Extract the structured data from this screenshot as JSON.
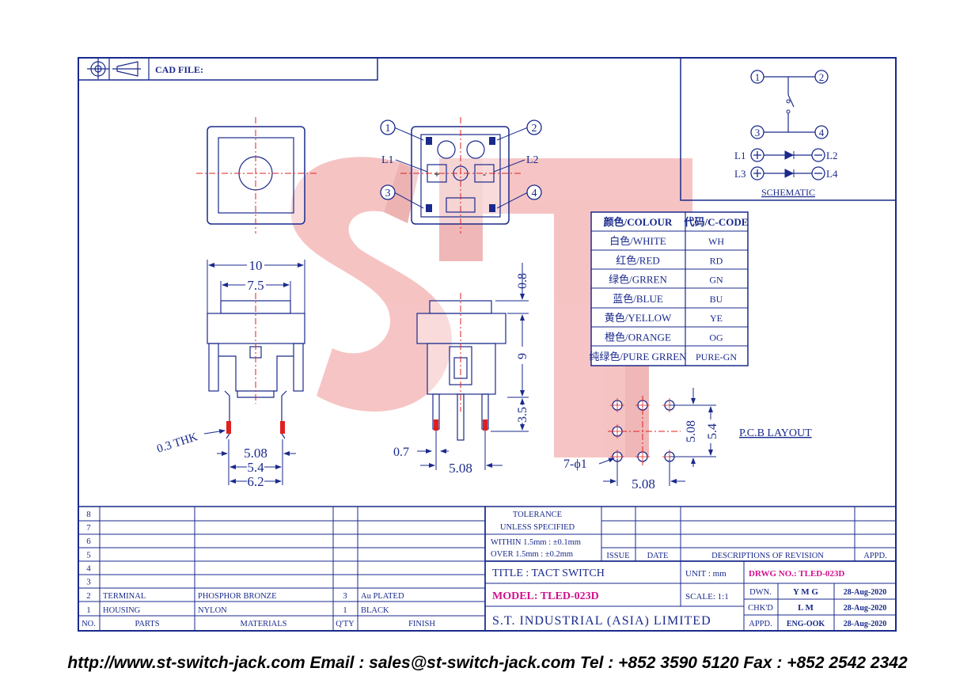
{
  "cad": {
    "label": "CAD FILE:"
  },
  "schematic": {
    "label": "SCHEMATIC",
    "pins": [
      "1",
      "2",
      "3",
      "4"
    ],
    "leds": [
      {
        "left": "L1",
        "right": "L2"
      },
      {
        "left": "L3",
        "right": "L4"
      }
    ]
  },
  "top_view": {
    "pins": [
      "1",
      "2",
      "3",
      "4"
    ],
    "leds": [
      "L1",
      "L2"
    ]
  },
  "colour_table": {
    "headers": [
      "颜色/COLOUR",
      "代码/C-CODE"
    ],
    "rows": [
      [
        "白色/WHITE",
        "WH"
      ],
      [
        "红色/RED",
        "RD"
      ],
      [
        "绿色/GRREN",
        "GN"
      ],
      [
        "蓝色/BLUE",
        "BU"
      ],
      [
        "黄色/YELLOW",
        "YE"
      ],
      [
        "橙色/ORANGE",
        "OG"
      ],
      [
        "纯绿色/PURE GRREN",
        "PURE-GN"
      ]
    ]
  },
  "dimensions": {
    "side_width": "10",
    "side_cap": "7.5",
    "thickness": "0.3 THK",
    "pitch_a": "5.08",
    "pitch_b": "5.4",
    "pitch_c": "6.2",
    "cap_h": "0.8",
    "body_h": "9",
    "pin_h": "3.5",
    "pin_w": "0.7",
    "front_pitch": "5.08",
    "pcb_v1": "5.08",
    "pcb_v2": "5.4",
    "pcb_h": "5.08",
    "holes": "7-ϕ1"
  },
  "pcb": {
    "label": "P.C.B  LAYOUT"
  },
  "watermark": "ST",
  "bom": {
    "row_numbers": [
      "8",
      "7",
      "6",
      "5",
      "4",
      "3",
      "2",
      "1"
    ],
    "items": [
      {
        "no": "2",
        "part": "TERMINAL",
        "material": "PHOSPHOR BRONZE",
        "qty": "3",
        "finish": "Au PLATED"
      },
      {
        "no": "1",
        "part": "HOUSING",
        "material": "NYLON",
        "qty": "1",
        "finish": "BLACK"
      }
    ],
    "headers": {
      "no": "NO.",
      "parts": "PARTS",
      "materials": "MATERIALS",
      "qty": "Q'TY",
      "finish": "FINISH"
    }
  },
  "tolerance": {
    "title1": "TOLERANCE",
    "title2": "UNLESS   SPECIFIED",
    "line1": "WITHIN  1.5mm : ±0.1mm",
    "line2": "OVER    1.5mm : ±0.2mm"
  },
  "revision": {
    "issue": "ISSUE",
    "date": "DATE",
    "desc": "DESCRIPTIONS  OF  REVISION",
    "appd": "APPD."
  },
  "title_block": {
    "title": "TITLE : TACT SWITCH",
    "model": "MODEL: TLED-023D",
    "company": "S.T.  INDUSTRIAL  (ASIA)  LIMITED",
    "unit": "UNIT :   mm",
    "scale": "SCALE:  1:1",
    "drwg": "DRWG NO.: TLED-023D",
    "dwn_label": "DWN.",
    "dwn_name": "Y M G",
    "dwn_date": "28-Aug-2020",
    "chk_label": "CHK'D",
    "chk_name": "L M",
    "chk_date": "28-Aug-2020",
    "appd_label": "APPD.",
    "appd_name": "ENG-OOK",
    "appd_date": "28-Aug-2020"
  },
  "colors": {
    "line": "#1a2a8c",
    "center": "#e02020",
    "magenta": "#d0108c",
    "watermark": "#f3b0b0"
  },
  "footer": "http://www.st-switch-jack.com  Email : sales@st-switch-jack.com  Tel : +852 3590 5120  Fax : +852 2542 2342"
}
